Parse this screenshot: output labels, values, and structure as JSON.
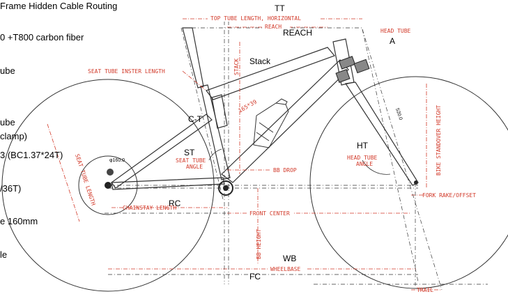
{
  "specs": [
    "Frame Hidden Cable Routing",
    "0 +T800 carbon fiber",
    "ube",
    "ube",
    "clamp)",
    "3 (BC1.37*24T)",
    "/36T)",
    "e 160mm",
    "le"
  ],
  "labels": {
    "tt": "TT",
    "top_tube_length": "TOP TUBE LENGTH, HORIZONTAL",
    "reach_red": "REACH",
    "reach": "REACH",
    "head_tube": "HEAD TUBE",
    "a": "A",
    "stack": "Stack",
    "stack_red": "STACK",
    "seat_tube_inster": "SEAT TUBE INSTER LENGTH",
    "dim_165": "165*39",
    "ct": "C-T",
    "dim_520": "520.0",
    "bike_standover": "BIKE STANDOVER HEIGHT",
    "rotor": "φ160.0",
    "st": "ST",
    "seat_tube_angle_1": "SEAT TUBE",
    "seat_tube_angle_2": "ANGLE",
    "ht": "HT",
    "head_tube_angle_1": "HEAD TUBE",
    "head_tube_angle_2": "ANGLE",
    "bb_drop": "BB DROP",
    "seat_tube_length": "SEAT TUBE LENGTH",
    "fork_rake": "FORK RAKE/OFFSET",
    "rc": "RC",
    "chainstay": "CHAINSTAY LENGTH",
    "front_center": "FRONT CENTER",
    "bb_height": "BB HEIGHT",
    "wb": "WB",
    "wheelbase": "WHEELBASE",
    "fc": "FC",
    "trail": "TRAIL"
  }
}
